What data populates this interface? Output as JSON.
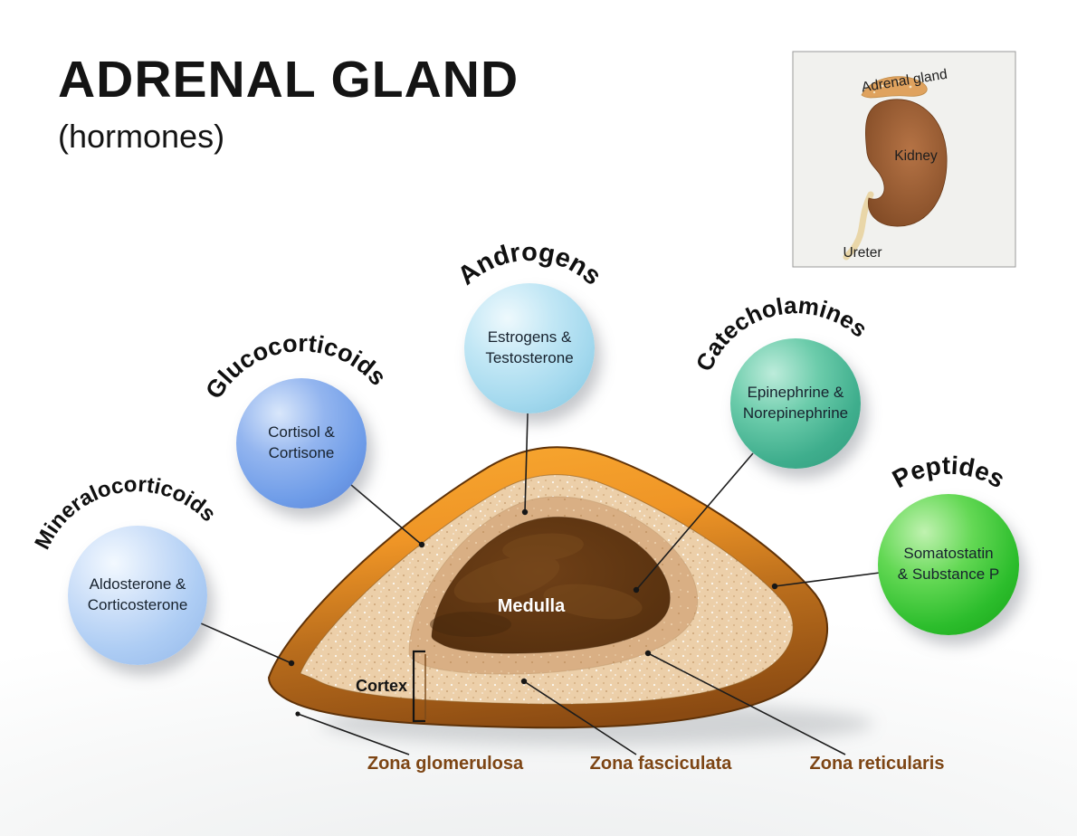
{
  "title": {
    "main": "ADRENAL GLAND",
    "subtitle": "(hormones)"
  },
  "inset": {
    "adrenal_gland_label": "Adrenal gland",
    "kidney_label": "Kidney",
    "ureter_label": "Ureter"
  },
  "hormone_groups": [
    {
      "id": "mineralocorticoids",
      "name": "Mineralocorticoids",
      "line1": "Aldosterone &",
      "line2": "Corticosterone",
      "color": "#aecdf4"
    },
    {
      "id": "glucocorticoids",
      "name": "Glucocorticoids",
      "line1": "Cortisol &",
      "line2": "Cortisone",
      "color": "#6e9ce8"
    },
    {
      "id": "androgens",
      "name": "Androgens",
      "line1": "Estrogens &",
      "line2": "Testosterone",
      "color": "#a4d9ee"
    },
    {
      "id": "catecholamines",
      "name": "Catecholamines",
      "line1": "Epinephrine &",
      "line2": "Norepinephrine",
      "color": "#3fae8d"
    },
    {
      "id": "peptides",
      "name": "Peptides",
      "line1": "Somatostatin",
      "line2": "& Substance P",
      "color": "#2cbd2c"
    }
  ],
  "gland": {
    "medulla_label": "Medulla",
    "cortex_label": "Cortex",
    "zone_labels": [
      "Zona glomerulosa",
      "Zona fasciculata",
      "Zona reticularis"
    ],
    "capsule_orange": "#f2992b",
    "capsule_brown": "#8a4a12",
    "cortex_color": "#eccfa9",
    "medulla_color": "#5a3312",
    "zone_label_color": "#7d4514"
  }
}
